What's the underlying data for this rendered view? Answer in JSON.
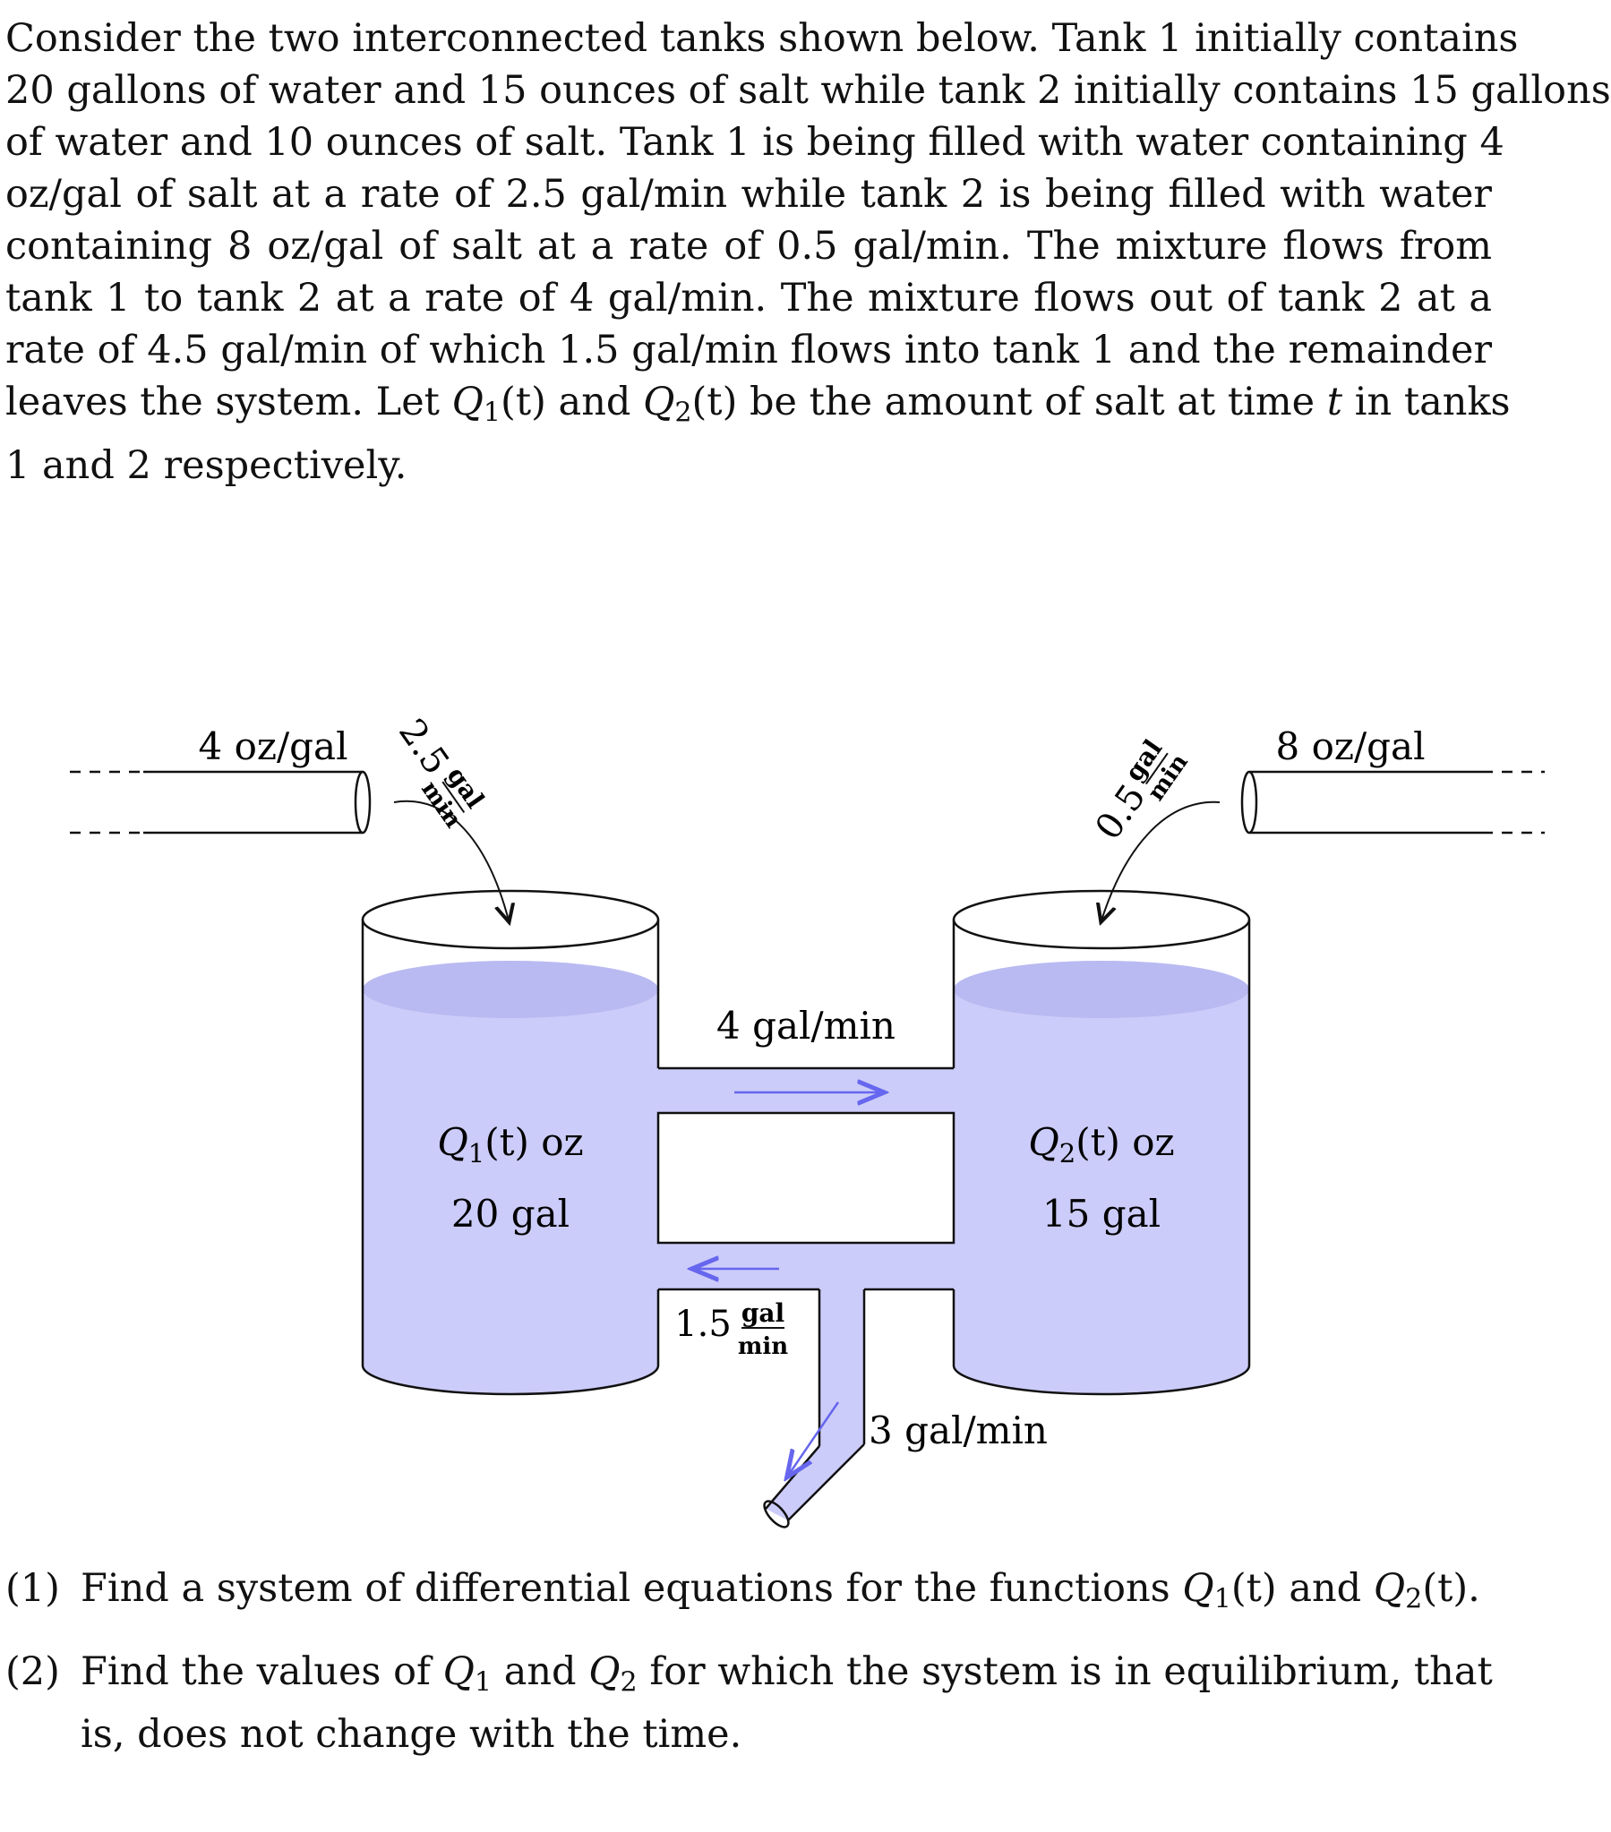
{
  "problem": {
    "lines": [
      "Consider the two interconnected tanks shown below. Tank 1 initially contains",
      "20 gallons of water and 15 ounces of salt while tank 2 initially contains 15 gallons",
      "of water and 10 ounces of salt. Tank 1 is being filled with water containing 4",
      "oz/gal of salt at a rate of 2.5 gal/min while tank 2 is being filled with water",
      "containing 8 oz/gal of salt at a rate of 0.5 gal/min. The mixture flows from",
      "tank 1 to tank 2 at a rate of 4 gal/min. The mixture flows out of tank 2 at a",
      "rate of 4.5 gal/min of which 1.5 gal/min flows into tank 1 and the remainder"
    ],
    "line8_before": "leaves the system. Let ",
    "line8_q1": "Q",
    "line8_sub1": "1",
    "line8_t1": "(t)",
    "line8_mid": " and ",
    "line8_q2": "Q",
    "line8_sub2": "2",
    "line8_t2": "(t)",
    "line8_mid2": " be the amount of salt at time ",
    "line8_t": "t",
    "line8_end": " in tanks",
    "line9": "1 and 2 respectively."
  },
  "diagram": {
    "inlet_left_conc": "4 oz/gal",
    "inlet_left_rate_num": "2.5",
    "inlet_left_rate_frac_top": "gal",
    "inlet_left_rate_frac_bot": "min",
    "inlet_right_conc": "8 oz/gal",
    "inlet_right_rate_num": "0.5",
    "inlet_right_rate_frac_top": "gal",
    "inlet_right_rate_frac_bot": "min",
    "pipe_top_rate": "4 gal/min",
    "pipe_bottom_rate_num": "1.5",
    "pipe_bottom_rate_frac_top": "gal",
    "pipe_bottom_rate_frac_bot": "min",
    "outflow_rate": "3 gal/min",
    "tank1_salt_var": "Q",
    "tank1_salt_sub": "1",
    "tank1_salt_rest": "(t) oz",
    "tank1_volume": "20 gal",
    "tank2_salt_var": "Q",
    "tank2_salt_sub": "2",
    "tank2_salt_rest": "(t) oz",
    "tank2_volume": "15 gal",
    "liquid_color": "#ccccfa",
    "arrow_color": "#6666ee"
  },
  "questions": {
    "q1_num": "(1)",
    "q1_text_before": "Find a system of differential equations for the functions ",
    "q1_q1": "Q",
    "q1_sub1": "1",
    "q1_t1": "(t)",
    "q1_and": " and ",
    "q1_q2": "Q",
    "q1_sub2": "2",
    "q1_t2": "(t).",
    "q2_num": "(2)",
    "q2_before": "Find the values of ",
    "q2_q1": "Q",
    "q2_sub1": "1",
    "q2_and": " and ",
    "q2_q2": "Q",
    "q2_sub2": "2",
    "q2_after": " for which the system is in equilibrium, that",
    "q2_line2": "is, does not change with the time."
  }
}
